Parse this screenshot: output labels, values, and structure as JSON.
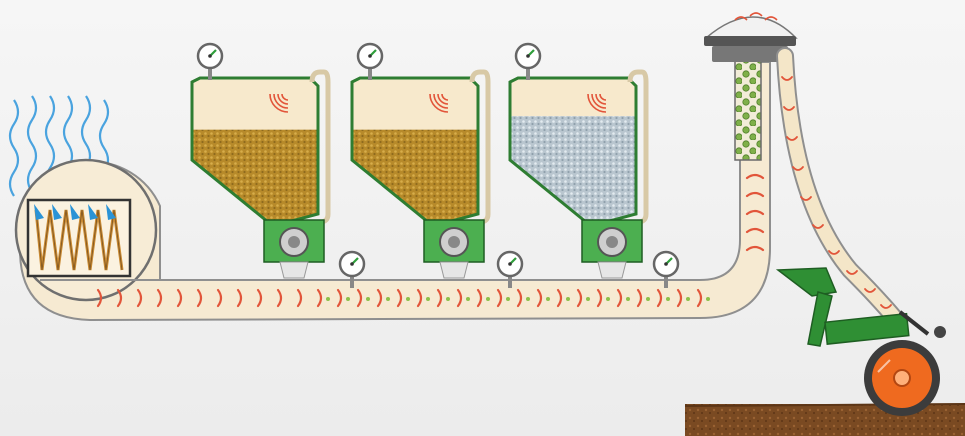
{
  "colors": {
    "background": "#f0f0f0",
    "duct_fill": "#f6ead2",
    "duct_stroke": "#8f8f8f",
    "airflow_arrow": "#e2553a",
    "product_dot": "#8cc04a",
    "hopper_empty": "#f7e9cc",
    "hopper_frame": "#2e7d32",
    "metering_green": "#2f8f34",
    "grain_gold": "#b78a2a",
    "seed_blue": "#b9c6cf",
    "heat_wave": "#4aa3df",
    "heater_coil": "#c98a33",
    "soil": "#7a4a22",
    "gauge_needle": "#2e9e3a",
    "press_wheel": "#ef6a1f"
  },
  "components": {
    "air_heater": {
      "icon": "heater-coil-icon",
      "wave_count": 6
    },
    "hoppers": [
      {
        "product": "granular",
        "fill_level": 0.62,
        "color": "#b78a2a"
      },
      {
        "product": "granular",
        "fill_level": 0.62,
        "color": "#b78a2a"
      },
      {
        "product": "seed",
        "fill_level": 0.72,
        "color": "#b9c6cf"
      }
    ],
    "distribution_head": {
      "icon": "distribution-head-icon"
    },
    "row_unit": {
      "icon": "seed-drill-icon"
    }
  }
}
